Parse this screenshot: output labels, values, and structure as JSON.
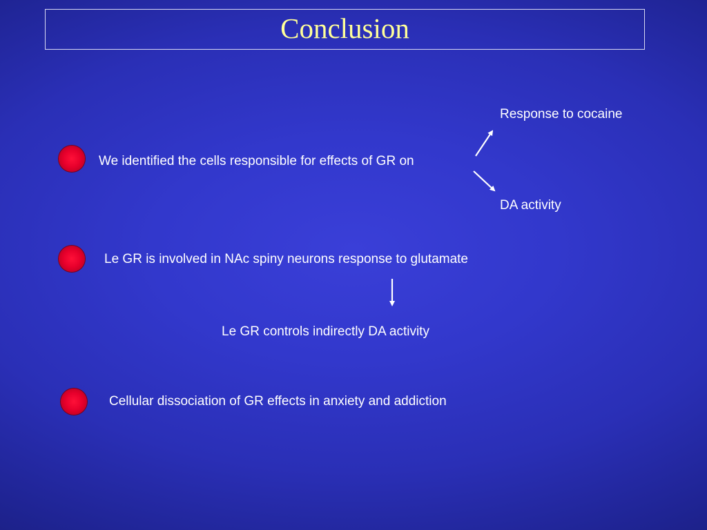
{
  "slide": {
    "title": "Conclusion",
    "items": [
      {
        "text": "We identified the cells responsible for effects of GR on"
      },
      {
        "text": "Le GR is involved in NAc spiny neurons response to glutamate"
      },
      {
        "text": "Cellular dissociation of GR effects in anxiety and addiction"
      }
    ],
    "branch_top": "Response to cocaine",
    "branch_bottom": "DA activity",
    "result": "Le GR controls indirectly DA activity"
  },
  "colors": {
    "title": "#ffff99",
    "text": "#ffffff",
    "bullet": "#e8002c",
    "background": "#3238cc"
  }
}
